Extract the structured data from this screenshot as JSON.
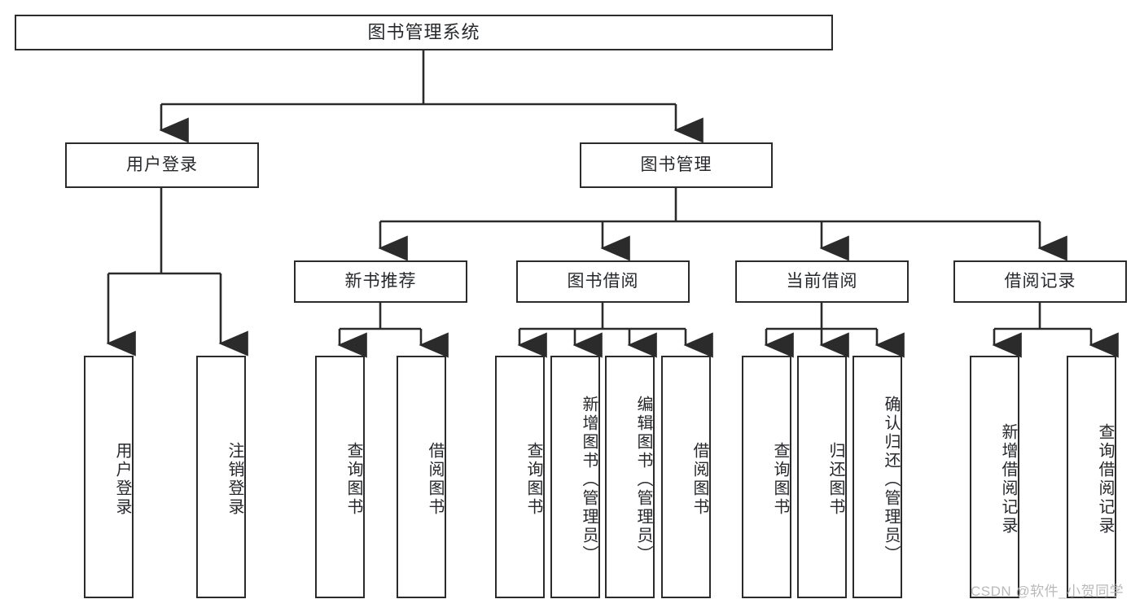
{
  "diagram": {
    "title": "图书管理系统",
    "type": "tree",
    "root": {
      "label": "图书管理系统",
      "orientation": "horizontal"
    },
    "level2": [
      {
        "label": "用户登录",
        "orientation": "horizontal"
      },
      {
        "label": "图书管理",
        "orientation": "horizontal"
      }
    ],
    "level3": [
      {
        "label": "新书推荐",
        "orientation": "horizontal"
      },
      {
        "label": "图书借阅",
        "orientation": "horizontal"
      },
      {
        "label": "当前借阅",
        "orientation": "horizontal"
      },
      {
        "label": "借阅记录",
        "orientation": "horizontal"
      }
    ],
    "leaves": {
      "user_login": [
        {
          "label": "用户登录",
          "orientation": "vertical"
        },
        {
          "label": "注销登录",
          "orientation": "vertical"
        }
      ],
      "new_book_recommend": [
        {
          "label": "查询图书",
          "orientation": "vertical"
        },
        {
          "label": "借阅图书",
          "orientation": "vertical"
        }
      ],
      "book_borrow": [
        {
          "label": "查询图书",
          "orientation": "vertical"
        },
        {
          "label": "新增图书（管理员）",
          "orientation": "vertical"
        },
        {
          "label": "编辑图书（管理员）",
          "orientation": "vertical"
        },
        {
          "label": "借阅图书",
          "orientation": "vertical"
        }
      ],
      "current_borrow": [
        {
          "label": "查询图书",
          "orientation": "vertical"
        },
        {
          "label": "归还图书",
          "orientation": "vertical"
        },
        {
          "label": "确认归还（管理员）",
          "orientation": "vertical"
        }
      ],
      "borrow_record": [
        {
          "label": "新增借阅记录",
          "orientation": "vertical"
        },
        {
          "label": "查询借阅记录",
          "orientation": "vertical"
        }
      ]
    }
  },
  "watermark": {
    "text": "CSDN @软件_小贺同学"
  },
  "colors": {
    "stroke": "#2b2b2b",
    "text": "#26282b",
    "background": "#ffffff",
    "watermark": "#b9b9b9"
  }
}
